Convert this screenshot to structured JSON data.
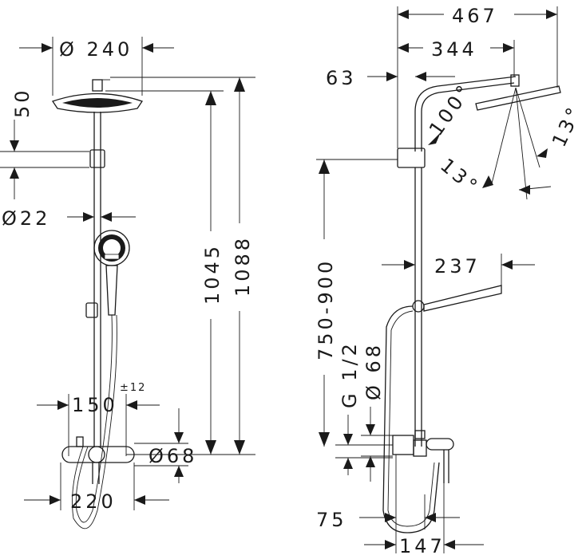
{
  "left_view": {
    "head_diameter": "Ø 240",
    "head_height": "50",
    "rail_diameter": "Ø22",
    "height_1": "1045",
    "height_2": "1088",
    "inlet_spacing": "150",
    "inlet_tolerance": "±12",
    "rosette_diameter": "Ø68",
    "mixer_width": "220"
  },
  "right_view": {
    "arm_total": "467",
    "arm_length": "344",
    "wall_offset": "63",
    "head_tilt_1": "100°",
    "head_tilt_2": "13°",
    "head_tilt_3": "13°",
    "adjust_range": "750-900",
    "hand_arm": "237",
    "thread": "G 1/2",
    "rosette": "Ø 68",
    "offset_75": "75",
    "offset_147": "147"
  }
}
